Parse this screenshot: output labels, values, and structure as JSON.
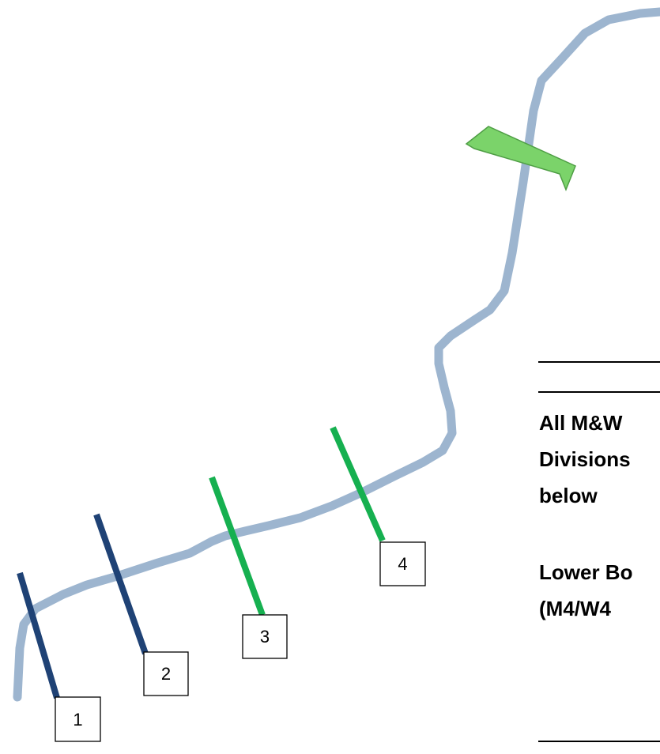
{
  "colors": {
    "river": "#9db5cf",
    "section_dark": "#1f4275",
    "section_green": "#16b050",
    "flag_green": "#7bd36a",
    "flag_outline": "#4f9e45",
    "label_border": "#000000"
  },
  "markers": [
    {
      "id": "1",
      "color_key": "section_dark"
    },
    {
      "id": "2",
      "color_key": "section_dark"
    },
    {
      "id": "3",
      "color_key": "section_green"
    },
    {
      "id": "4",
      "color_key": "section_green"
    }
  ],
  "side_panel": {
    "line1": "All M&W",
    "line2": "Divisions",
    "line3": "below",
    "line4": "Lower Bo",
    "line5": "(M4/W4"
  }
}
